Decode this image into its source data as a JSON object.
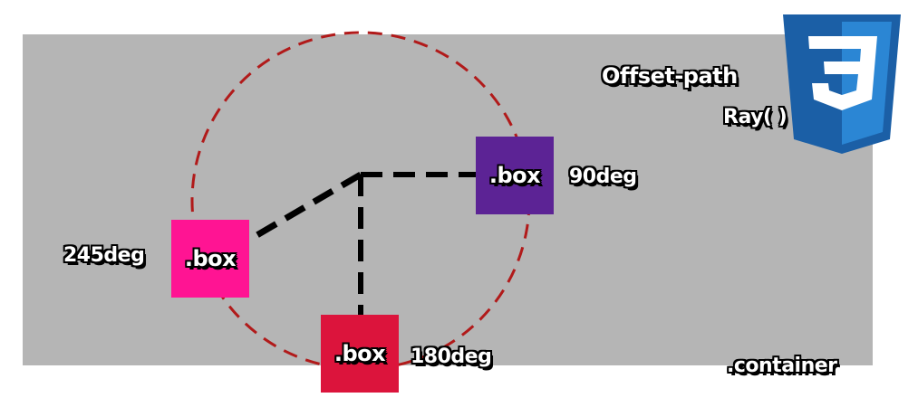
{
  "title": "Offset-path",
  "subtitle": "Ray( )",
  "container_label": ".container",
  "colors": {
    "container": "#b5b5b5",
    "circle": "#b11a1a",
    "rays": "#000000",
    "css3_blue_dark": "#1b5fa6",
    "css3_blue_light": "#2b86d4"
  },
  "boxes": [
    {
      "id": "box-90",
      "label": ".box",
      "angle_label": "90deg",
      "color": "#5c2395"
    },
    {
      "id": "box-180",
      "label": ".box",
      "angle_label": "180deg",
      "color": "#dc143c"
    },
    {
      "id": "box-245",
      "label": ".box",
      "angle_label": "245deg",
      "color": "#ff1493"
    }
  ],
  "logo_icon": "css3-shield-icon"
}
